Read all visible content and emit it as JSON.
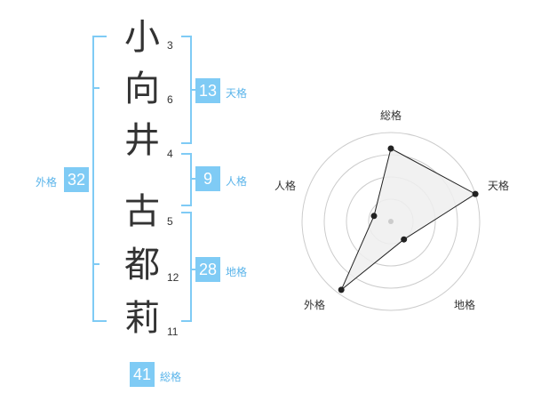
{
  "name": {
    "characters": [
      {
        "char": "小",
        "strokes": "3"
      },
      {
        "char": "向",
        "strokes": "6"
      },
      {
        "char": "井",
        "strokes": "4"
      },
      {
        "char": "古",
        "strokes": "5"
      },
      {
        "char": "都",
        "strokes": "12"
      },
      {
        "char": "莉",
        "strokes": "11"
      }
    ]
  },
  "kakusu": {
    "tenkaku": {
      "value": "13",
      "label": "天格"
    },
    "jinkaku": {
      "value": "9",
      "label": "人格"
    },
    "chikaku": {
      "value": "28",
      "label": "地格"
    },
    "gaikaku": {
      "value": "32",
      "label": "外格"
    },
    "soukaku": {
      "value": "41",
      "label": "総格"
    }
  },
  "colors": {
    "accent": "#7fcbf5",
    "label": "#5ab4ea",
    "text": "#333333"
  },
  "chart_data": {
    "type": "radar",
    "axes": [
      "総格",
      "天格",
      "地格",
      "外格",
      "人格"
    ],
    "values": [
      0.82,
      1.0,
      0.25,
      0.95,
      0.2
    ],
    "rmax": 1.0,
    "grid_rings": 4
  }
}
